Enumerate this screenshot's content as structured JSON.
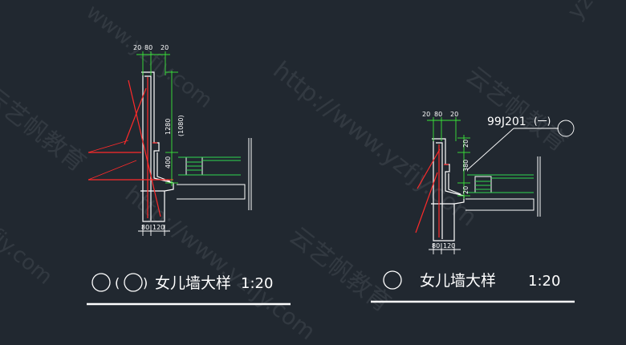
{
  "watermarks": {
    "url": "http://www.yzfjy.com",
    "brand": "云艺帆教育",
    "fragment_top": "www.yzfjy.com",
    "fragment_right": "yzfjy",
    "fragment_left": "zfjy.com"
  },
  "left_detail": {
    "top_dims": [
      "20",
      "80",
      "20"
    ],
    "vertical_dims": [
      "1280",
      "(1080)",
      "400"
    ],
    "bottom_dims": [
      "80",
      "120"
    ],
    "caption_paren_open": "(",
    "caption_paren_close": ")",
    "caption_title": "女儿墙大样",
    "caption_scale": "1:20"
  },
  "right_detail": {
    "top_dims": [
      "20",
      "80",
      "20"
    ],
    "ref_label": "99J201",
    "ref_sub": "(一)",
    "vertical_dims": [
      "20",
      "380",
      "20"
    ],
    "bottom_dims": [
      "80",
      "120"
    ],
    "caption_title": "女儿墙大样",
    "caption_scale": "1:20"
  },
  "colors": {
    "background": "#212830",
    "wall": "#ffffff",
    "rebar": "#ff2a2a",
    "dimension": "#39e639",
    "insulation": "#2fd94f"
  }
}
